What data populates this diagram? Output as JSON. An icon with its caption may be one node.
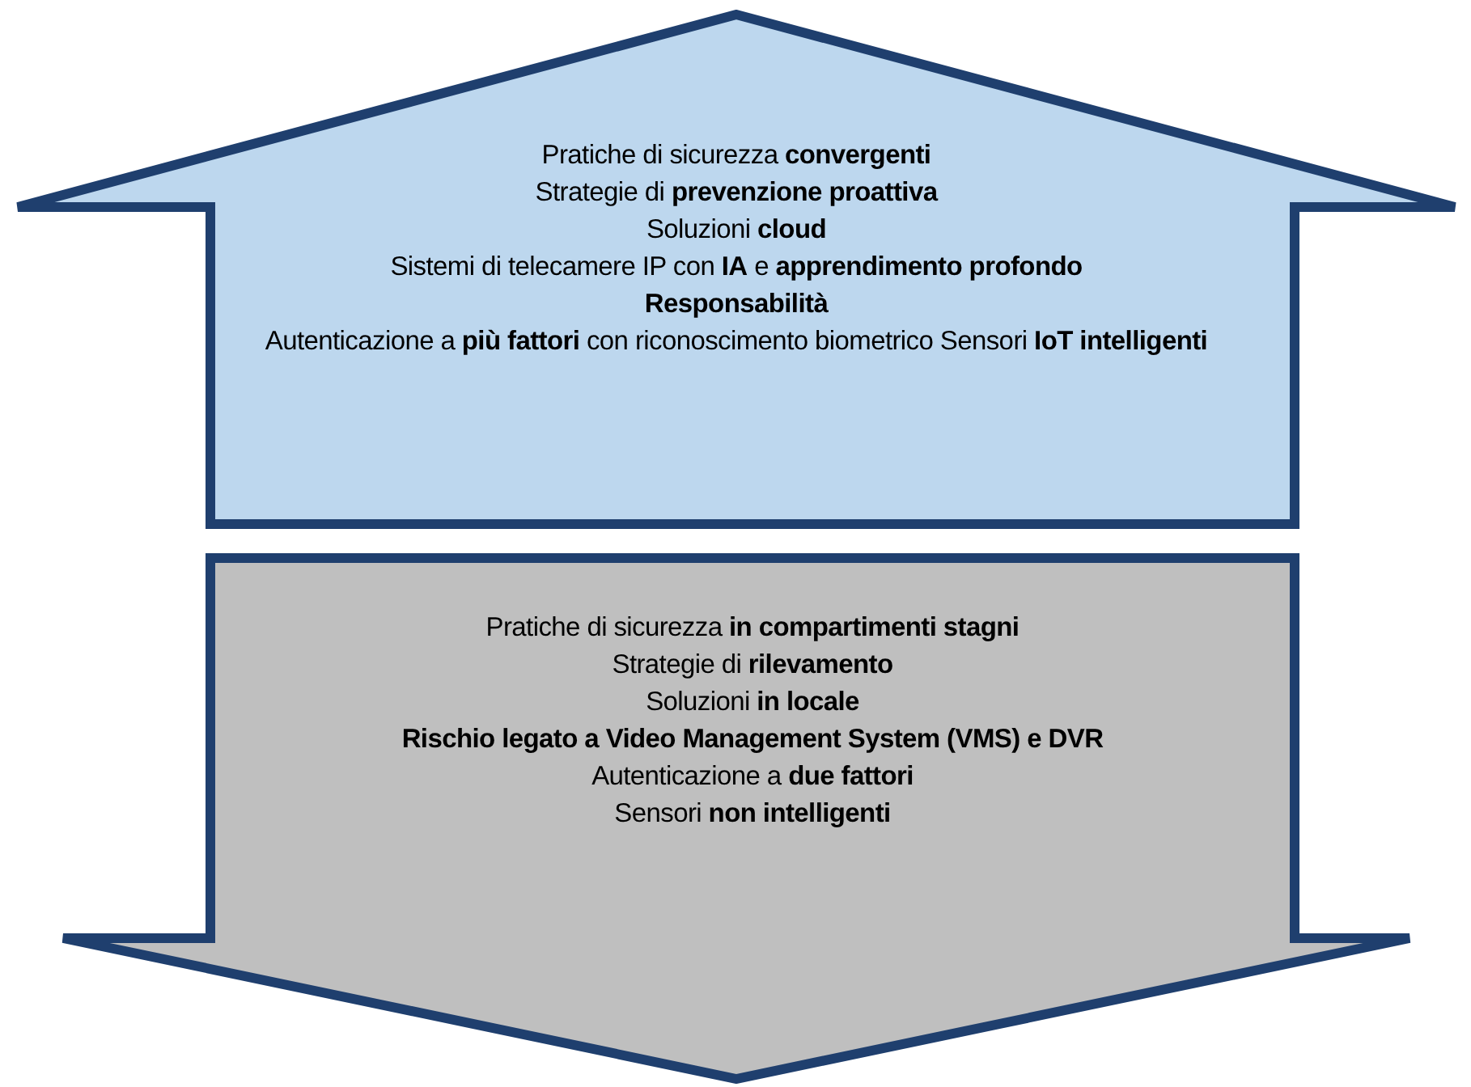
{
  "diagram": {
    "nodes": [
      {
        "text": [
          "Pratiche di sicurezza **convergenti**",
          "Strategie di **prevenzione proattiva**",
          "Soluzioni **cloud**",
          "Sistemi di telecamere IP con **IA** e **apprendimento profondo**",
          "**Responsabilità**",
          "Autenticazione a **più fattori** con riconoscimento biometrico Sensori **IoT intelligenti**"
        ]
      },
      {
        "text": [
          "Pratiche di sicurezza **in compartimenti stagni**",
          "Strategie di **rilevamento**",
          "Soluzioni **in locale**",
          "**Rischio legato a Video Management System (VMS) e DVR**",
          "Autenticazione a **due fattori**",
          "Sensori **non intelligenti**"
        ]
      }
    ]
  }
}
